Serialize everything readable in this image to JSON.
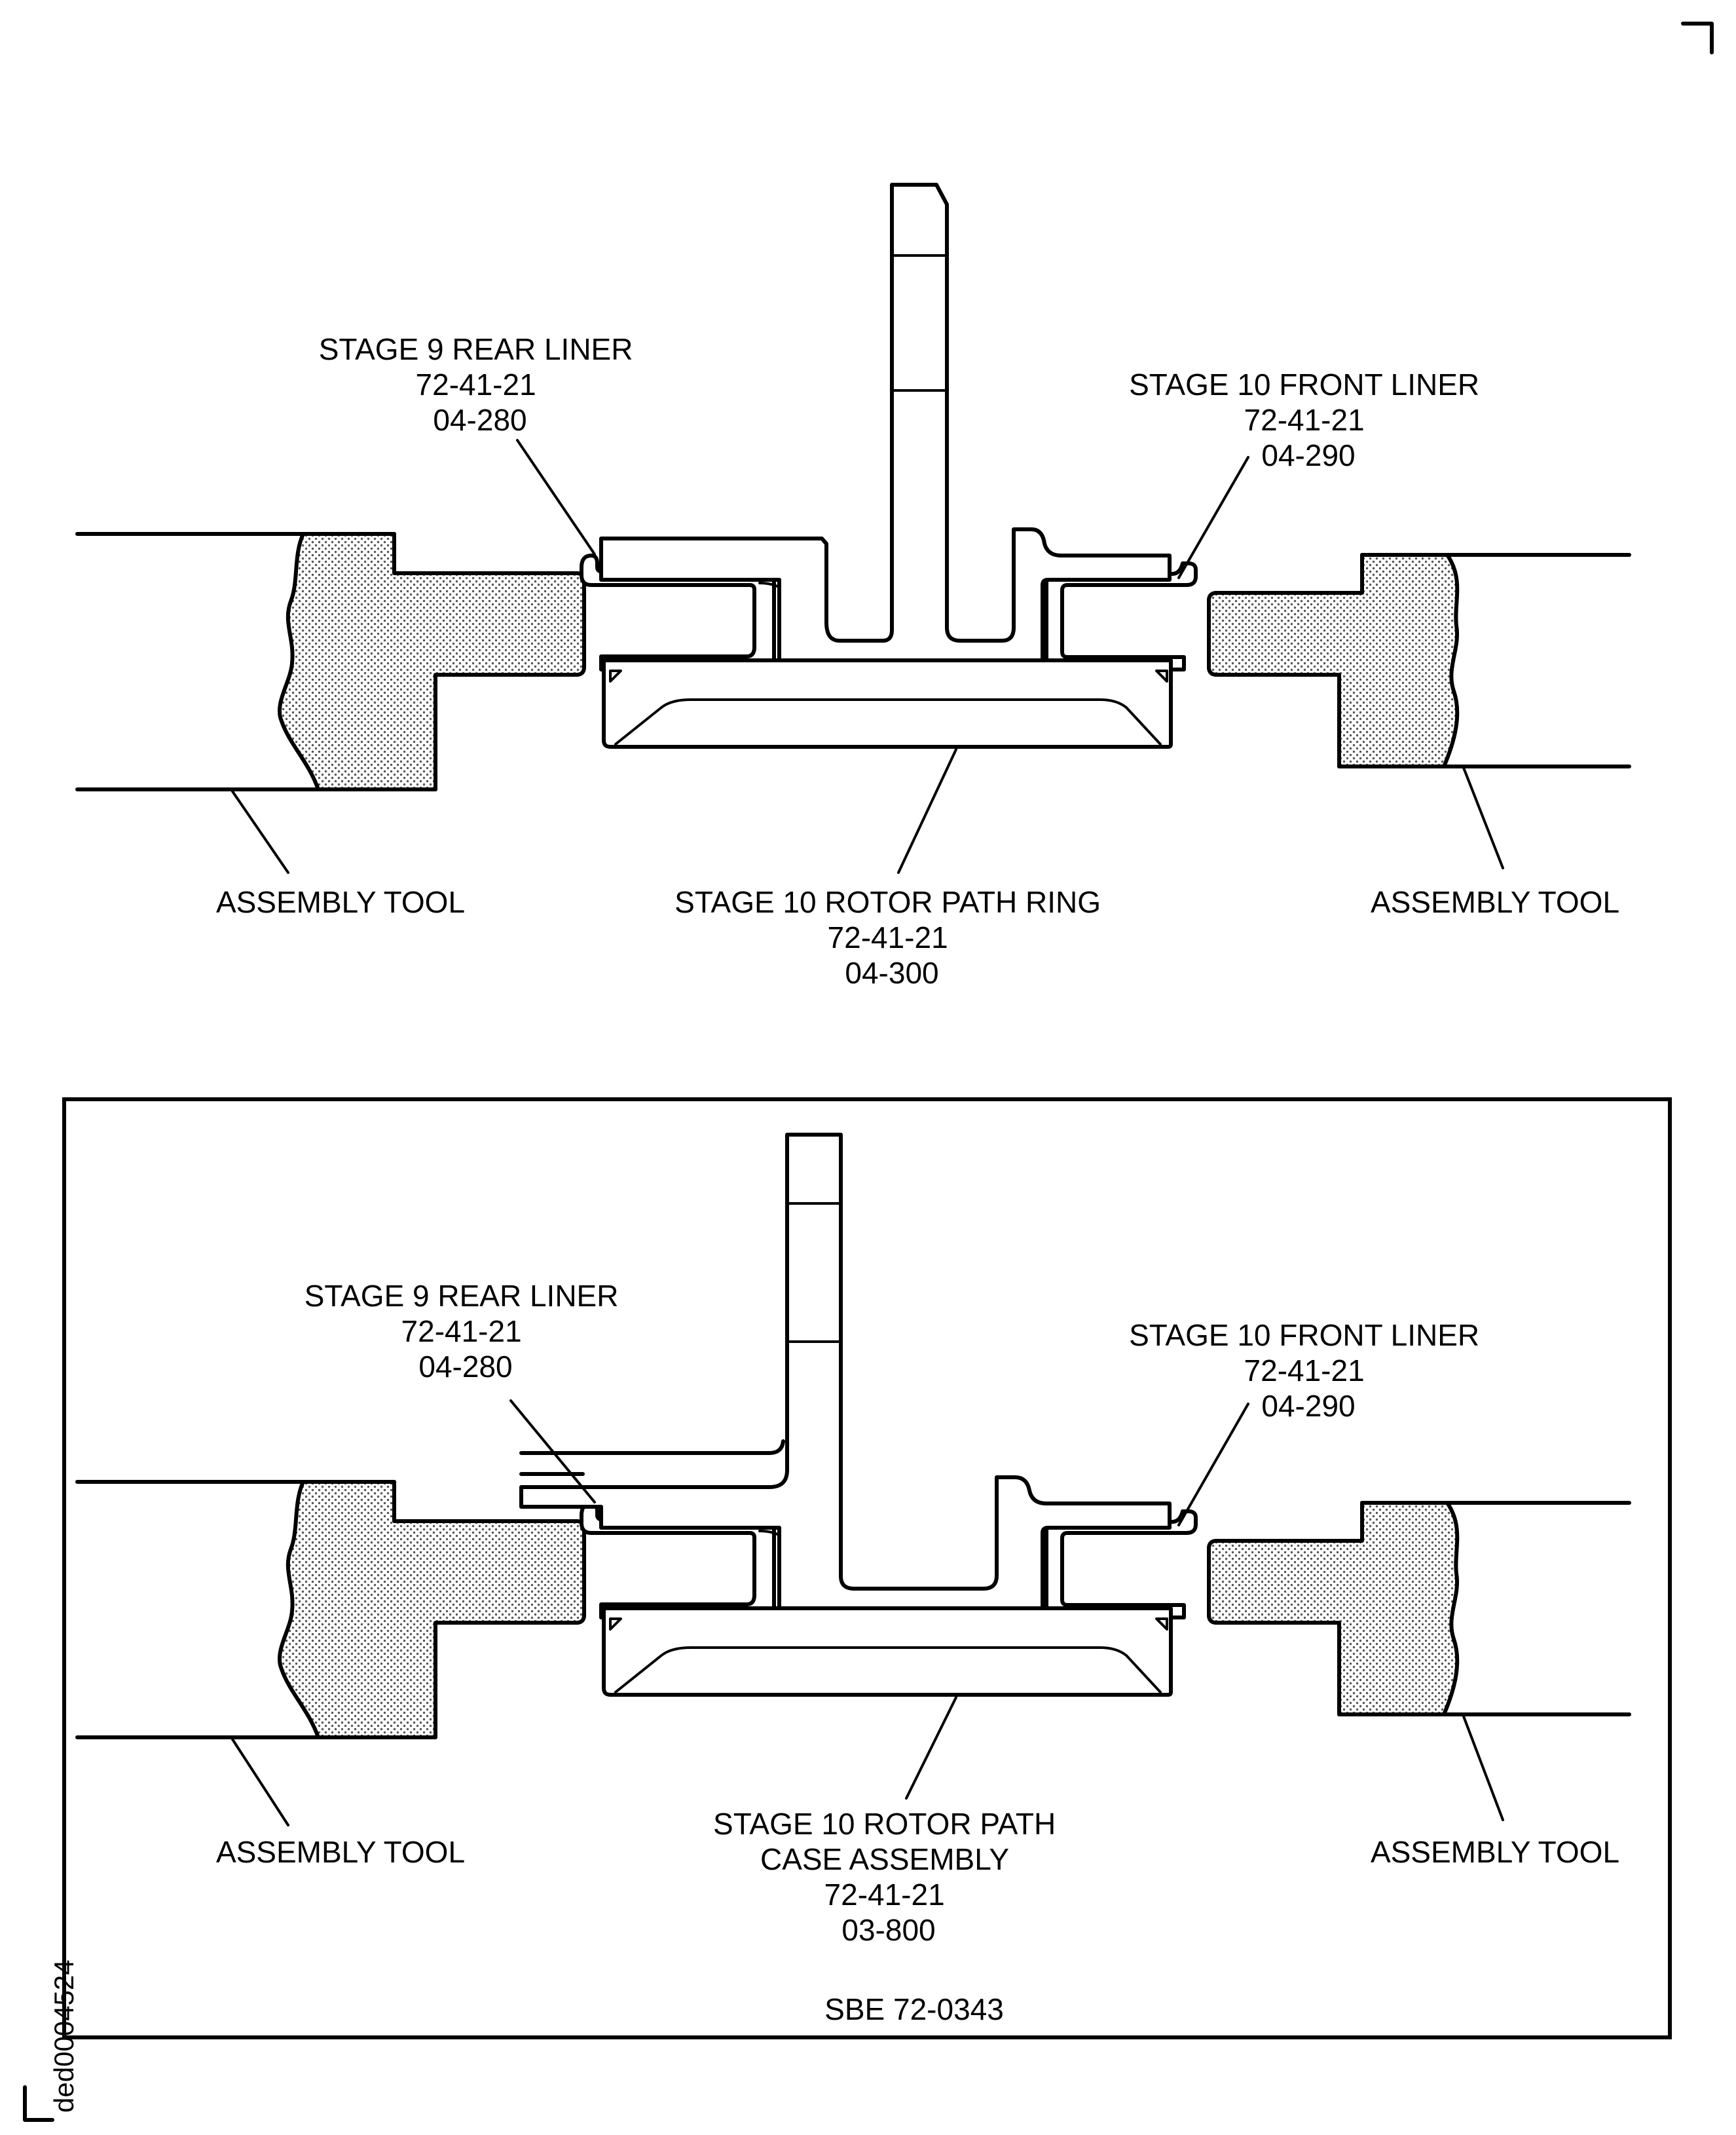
{
  "views": [
    {
      "id": "top",
      "labels": {
        "rear_liner": [
          "STAGE 9 REAR LINER",
          "72-41-21",
          "04-280"
        ],
        "front_liner": [
          "STAGE 10 FRONT LINER",
          "72-41-21",
          "04-290"
        ],
        "tool_left": [
          "ASSEMBLY TOOL"
        ],
        "tool_right": [
          "ASSEMBLY TOOL"
        ],
        "center_part": [
          "STAGE 10 ROTOR PATH RING",
          "72-41-21",
          "04-300"
        ]
      }
    },
    {
      "id": "bottom",
      "labels": {
        "rear_liner": [
          "STAGE 9 REAR LINER",
          "72-41-21",
          "04-280"
        ],
        "front_liner": [
          "STAGE 10 FRONT LINER",
          "72-41-21",
          "04-290"
        ],
        "tool_left": [
          "ASSEMBLY TOOL"
        ],
        "tool_right": [
          "ASSEMBLY TOOL"
        ],
        "center_part": [
          "STAGE 10 ROTOR PATH",
          "CASE ASSEMBLY",
          "72-41-21",
          "03-800"
        ]
      },
      "reference": "SBE 72-0343"
    }
  ],
  "drawing_id": "ded0004524"
}
